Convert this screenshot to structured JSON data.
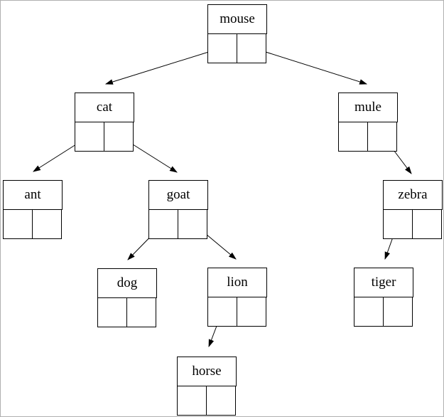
{
  "diagram": {
    "type": "binary-tree-node-diagram",
    "colors": {
      "line": "#000000",
      "node_border": "#000000",
      "background": "#ffffff",
      "page_border": "#b0b0b0"
    },
    "nodes": [
      {
        "id": "mouse",
        "label": "mouse",
        "left_child": "cat",
        "right_child": "mule"
      },
      {
        "id": "cat",
        "label": "cat",
        "left_child": "ant",
        "right_child": "goat"
      },
      {
        "id": "mule",
        "label": "mule",
        "left_child": null,
        "right_child": "zebra"
      },
      {
        "id": "ant",
        "label": "ant",
        "left_child": null,
        "right_child": null
      },
      {
        "id": "goat",
        "label": "goat",
        "left_child": "dog",
        "right_child": "lion"
      },
      {
        "id": "zebra",
        "label": "zebra",
        "left_child": "tiger",
        "right_child": null
      },
      {
        "id": "dog",
        "label": "dog",
        "left_child": null,
        "right_child": null
      },
      {
        "id": "lion",
        "label": "lion",
        "left_child": "horse",
        "right_child": null
      },
      {
        "id": "tiger",
        "label": "tiger",
        "left_child": null,
        "right_child": null
      },
      {
        "id": "horse",
        "label": "horse",
        "left_child": null,
        "right_child": null
      }
    ],
    "edges": [
      {
        "from": "mouse",
        "pointer": "left",
        "to": "cat"
      },
      {
        "from": "mouse",
        "pointer": "right",
        "to": "mule"
      },
      {
        "from": "cat",
        "pointer": "left",
        "to": "ant"
      },
      {
        "from": "cat",
        "pointer": "right",
        "to": "goat"
      },
      {
        "from": "mule",
        "pointer": "right",
        "to": "zebra"
      },
      {
        "from": "goat",
        "pointer": "left",
        "to": "dog"
      },
      {
        "from": "goat",
        "pointer": "right",
        "to": "lion"
      },
      {
        "from": "zebra",
        "pointer": "left",
        "to": "tiger"
      },
      {
        "from": "lion",
        "pointer": "left",
        "to": "horse"
      }
    ]
  }
}
